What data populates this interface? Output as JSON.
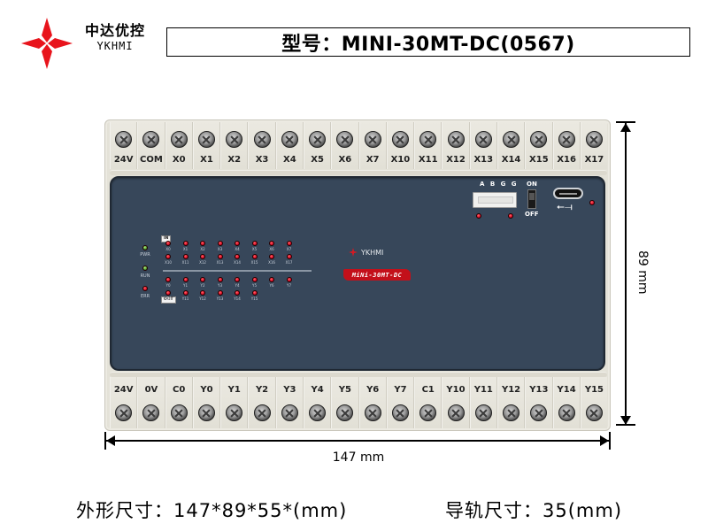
{
  "header": {
    "logo_icon": "red-four-diamond-star-icon",
    "brand_cn": "中达优控",
    "brand_en": "YKHMI",
    "model_title": "型号：MINI-30MT-DC(0567)"
  },
  "device": {
    "top_terminals": [
      "24V",
      "COM",
      "X0",
      "X1",
      "X2",
      "X3",
      "X4",
      "X5",
      "X6",
      "X7",
      "X10",
      "X11",
      "X12",
      "X13",
      "X14",
      "X15",
      "X16",
      "X17"
    ],
    "bottom_terminals": [
      "24V",
      "0V",
      "C0",
      "Y0",
      "Y1",
      "Y2",
      "Y3",
      "Y4",
      "Y5",
      "Y6",
      "Y7",
      "C1",
      "Y10",
      "Y11",
      "Y12",
      "Y13",
      "Y14",
      "Y15"
    ],
    "panel": {
      "status_leds": [
        {
          "label": "PWR",
          "color": "#4f9a2e"
        },
        {
          "label": "RUN",
          "color": "#4f9a2e"
        },
        {
          "label": "ERR",
          "color": "#e0102a"
        }
      ],
      "in_tag": "IN",
      "out_tag": "OUT",
      "input_leds_row1": [
        "X0",
        "X1",
        "X2",
        "X3",
        "X4",
        "X5",
        "X6",
        "X7"
      ],
      "input_leds_row2": [
        "X10",
        "X11",
        "X12",
        "X13",
        "X14",
        "X15",
        "X16",
        "X17"
      ],
      "output_leds_row1": [
        "Y0",
        "Y1",
        "Y2",
        "Y3",
        "Y4",
        "Y5",
        "Y6",
        "Y7"
      ],
      "output_leds_row2": [
        "Y10",
        "Y11",
        "Y12",
        "Y13",
        "Y14",
        "Y15"
      ],
      "brand": "YKHMI",
      "model_badge": "MiNi-30MT-DC",
      "connector_label": "A B G G",
      "switch_on": "ON",
      "switch_off": "OFF",
      "usb_icon": "usb-icon"
    },
    "colors": {
      "panel": "#37475a",
      "body": "#e4e2d8",
      "led_red": "#e0102a",
      "led_green": "#4f9a2e",
      "brand_red": "#e8141c"
    }
  },
  "dimensions": {
    "width_label": "147 mm",
    "height_label": "89 mm"
  },
  "footer": {
    "outer_size": "外形尺寸：147*89*55*(mm)",
    "rail_size": "导轨尺寸：35(mm)"
  }
}
